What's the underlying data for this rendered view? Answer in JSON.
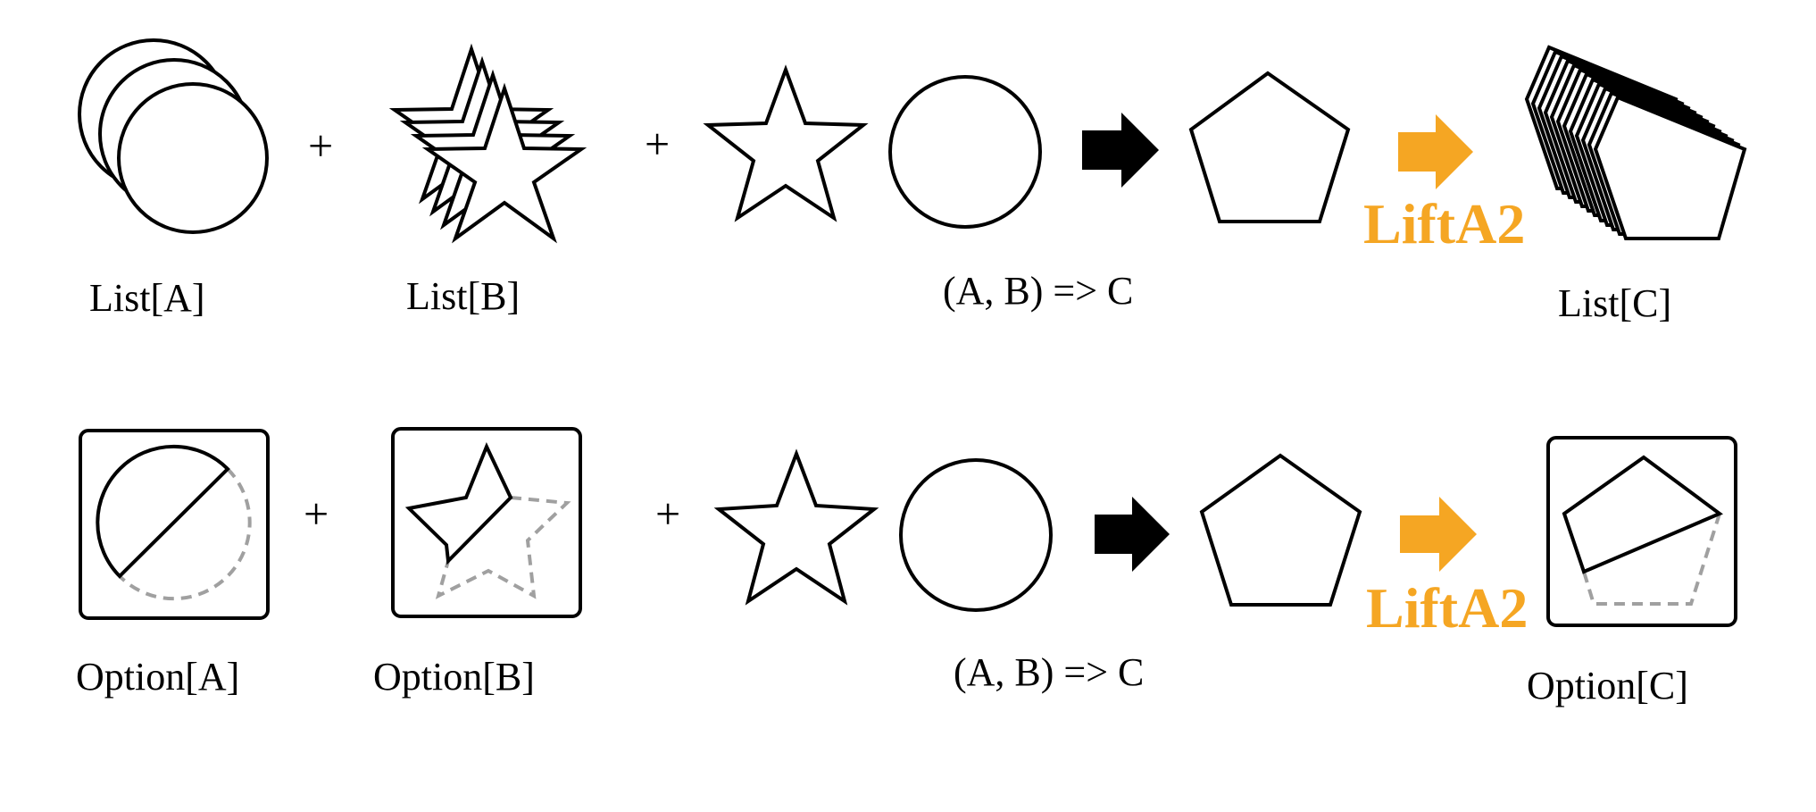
{
  "colors": {
    "accent": "#f5a623",
    "stroke": "#000000",
    "dashed": "#a0a0a0"
  },
  "rows": [
    {
      "name": "list",
      "input_a_label": "List[A]",
      "plus_1": "+",
      "input_b_label": "List[B]",
      "plus_2": "+",
      "function_label": "(A, B) => C",
      "lift_label": "LiftA2",
      "output_label": "List[C]"
    },
    {
      "name": "option",
      "input_a_label": "Option[A]",
      "plus_1": "+",
      "input_b_label": "Option[B]",
      "plus_2": "+",
      "function_label": "(A, B) => C",
      "lift_label": "LiftA2",
      "output_label": "Option[C]"
    }
  ]
}
